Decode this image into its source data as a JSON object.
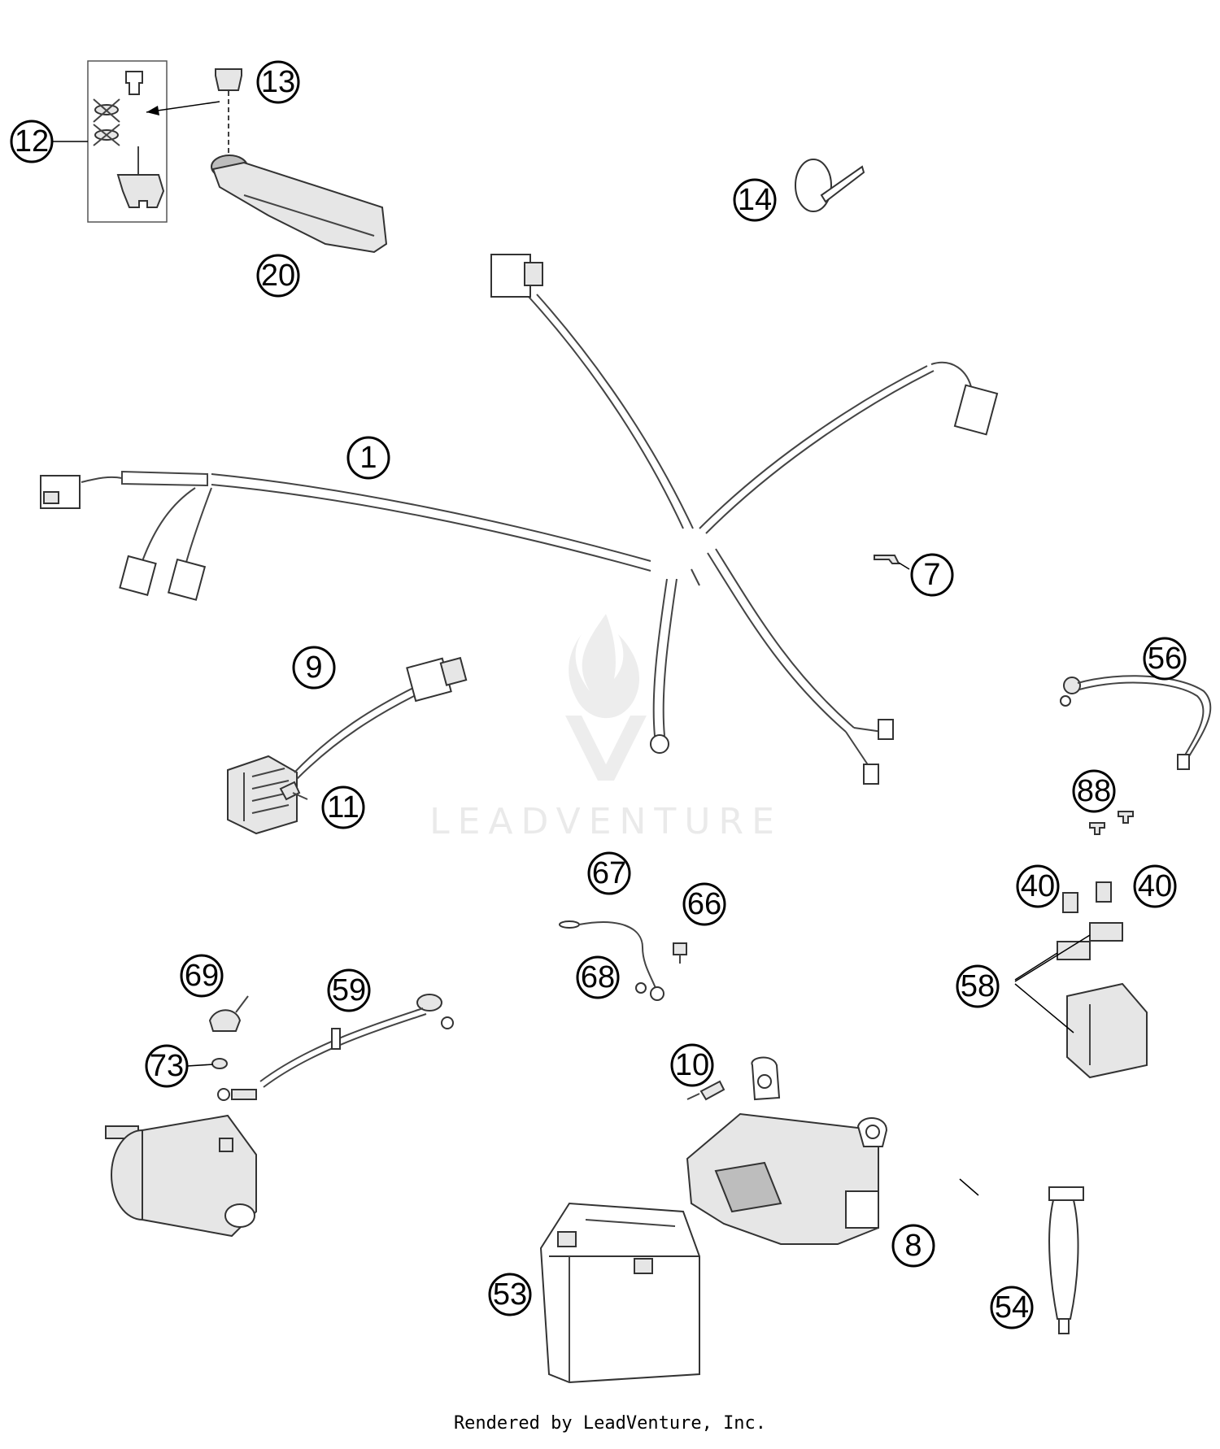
{
  "callouts": [
    {
      "id": "1",
      "label": "1"
    },
    {
      "id": "7",
      "label": "7"
    },
    {
      "id": "8",
      "label": "8"
    },
    {
      "id": "9",
      "label": "9"
    },
    {
      "id": "10",
      "label": "10"
    },
    {
      "id": "11",
      "label": "11"
    },
    {
      "id": "12",
      "label": "12"
    },
    {
      "id": "13",
      "label": "13"
    },
    {
      "id": "14",
      "label": "14"
    },
    {
      "id": "20",
      "label": "20"
    },
    {
      "id": "40a",
      "label": "40"
    },
    {
      "id": "40b",
      "label": "40"
    },
    {
      "id": "53",
      "label": "53"
    },
    {
      "id": "54",
      "label": "54"
    },
    {
      "id": "56",
      "label": "56"
    },
    {
      "id": "58",
      "label": "58"
    },
    {
      "id": "59",
      "label": "59"
    },
    {
      "id": "66",
      "label": "66"
    },
    {
      "id": "67",
      "label": "67"
    },
    {
      "id": "68",
      "label": "68"
    },
    {
      "id": "69",
      "label": "69"
    },
    {
      "id": "73",
      "label": "73"
    },
    {
      "id": "88",
      "label": "88"
    }
  ],
  "watermark": {
    "text": "LEADVENTURE"
  },
  "footer": {
    "text": "Rendered by LeadVenture, Inc."
  }
}
